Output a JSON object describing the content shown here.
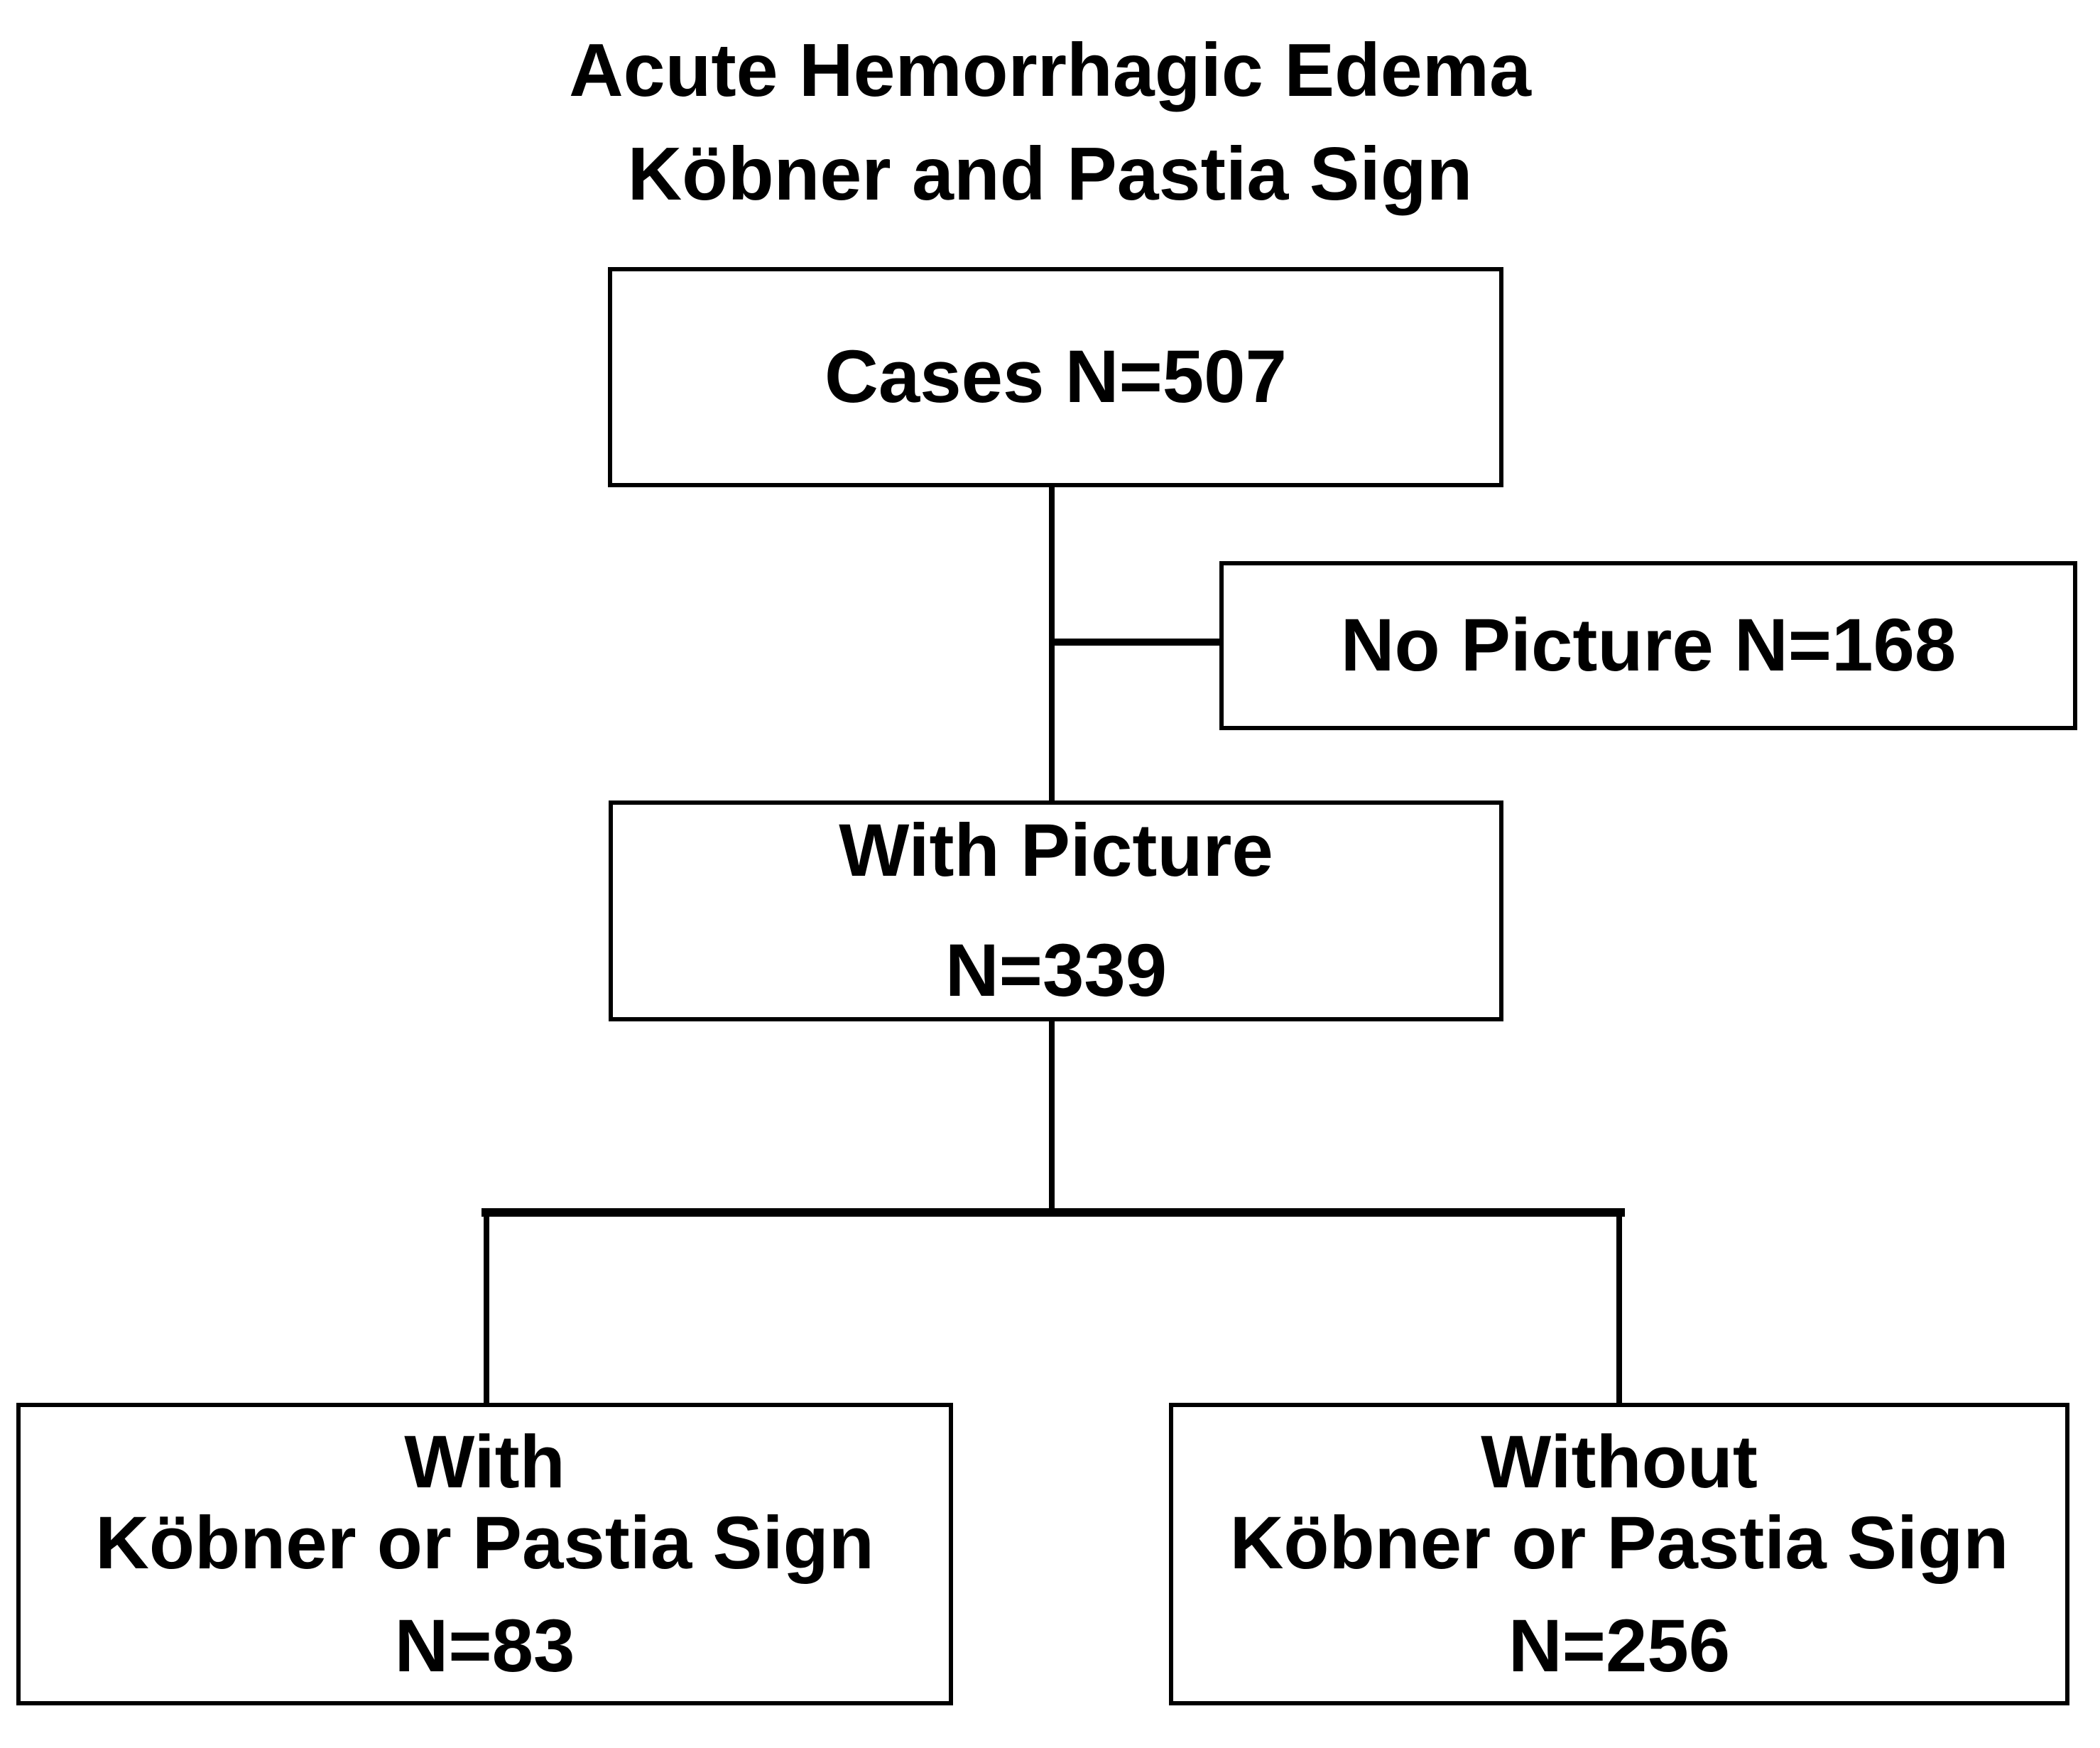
{
  "title": {
    "line1": "Acute Hemorrhagic Edema",
    "line2": "Köbner and Pastia Sign"
  },
  "boxes": {
    "cases": {
      "label": "Cases N=507"
    },
    "no_picture": {
      "label": "No Picture N=168"
    },
    "with_picture": {
      "label": "With Picture",
      "count": "N=339"
    },
    "with_sign": {
      "label_line1": "With",
      "label_line2": "Köbner or Pastia Sign",
      "count": "N=83"
    },
    "without_sign": {
      "label_line1": "Without",
      "label_line2": "Köbner or Pastia Sign",
      "count": "N=256"
    }
  },
  "colors": {
    "ink": "#000000",
    "background": "#ffffff"
  }
}
